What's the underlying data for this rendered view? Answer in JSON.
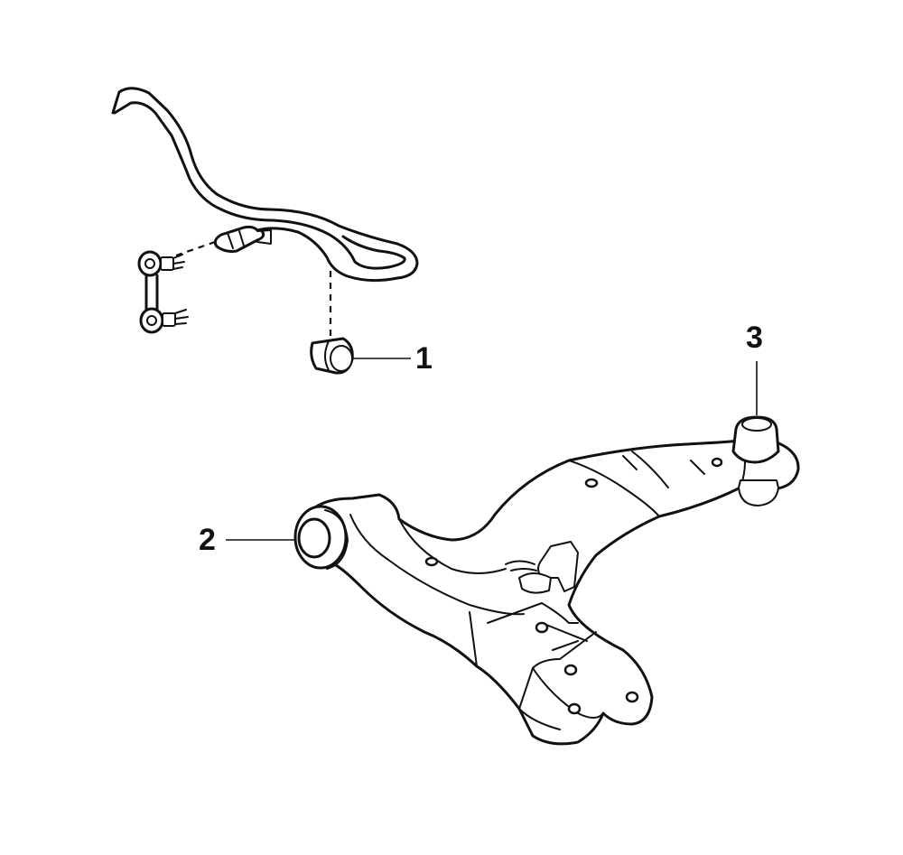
{
  "callouts": {
    "c1": "1",
    "c2": "2",
    "c3": "3"
  },
  "parts": [
    {
      "id": "1",
      "name": "stabilizer-bar-bushing-icon"
    },
    {
      "id": "2",
      "name": "lower-arm-front-bushing-icon"
    },
    {
      "id": "3",
      "name": "ball-joint-icon"
    }
  ]
}
